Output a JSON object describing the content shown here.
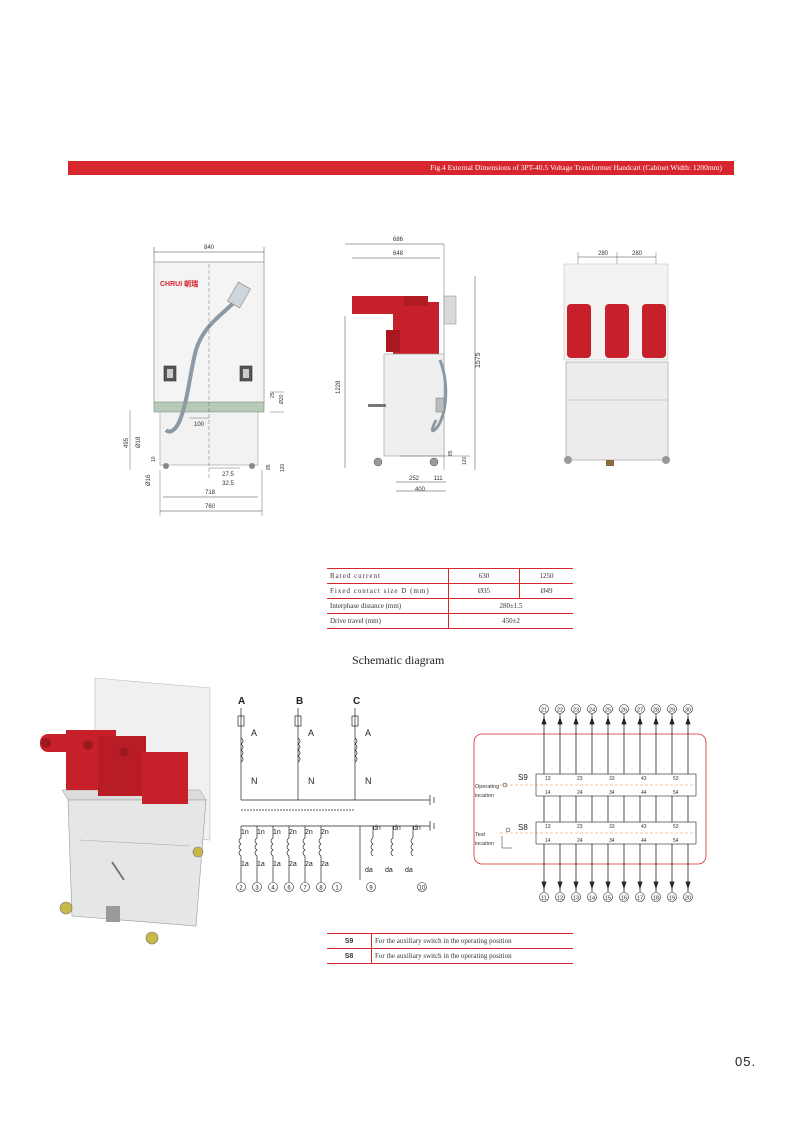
{
  "banner": {
    "caption": "Fig.4 External Dimensions of 3PT-40.5 Voltage Transformer Handcart (Cabinet Width: 1200mm)",
    "accent_color": "#d7262e"
  },
  "front_view": {
    "brand": "CHRUI 朝瑞",
    "dims": {
      "width_840": "840",
      "d_25": "25",
      "d_20": "Ø20",
      "d_100": "100",
      "d_495": "495",
      "d_18": "Ø18",
      "d_10": "10",
      "d_16": "Ø16",
      "d_27_5": "27.5",
      "d_32_5": "32.5",
      "d_85": "85",
      "d_120": "120",
      "d_718": "718",
      "d_760": "760"
    }
  },
  "side_view": {
    "dims": {
      "d_686": "686",
      "d_648": "648",
      "d_1575": "1575",
      "d_1228": "1228",
      "d_85": "85",
      "d_120": "120",
      "d_252": "252",
      "d_111": "111",
      "d_400": "400"
    }
  },
  "rear_view": {
    "dims": {
      "pitch_left": "280",
      "pitch_right": "280"
    }
  },
  "spec_table": {
    "rows": [
      {
        "label": "Rated current",
        "v1": "630",
        "v2": "1250"
      },
      {
        "label": "Fixed contact size D (mm)",
        "v1": "Ø35",
        "v2": "Ø49"
      },
      {
        "label": "Interphase distance (mm)",
        "merged": "280±1.5"
      },
      {
        "label": "Drive travel (mm)",
        "merged": "450±2"
      }
    ]
  },
  "schematic": {
    "title": "Schematic diagram",
    "phases": [
      "A",
      "B",
      "C"
    ],
    "winding_top": "A",
    "winding_bottom": "N",
    "secondary_top": [
      "1n",
      "1n",
      "1n",
      "2n",
      "2n",
      "2n"
    ],
    "secondary_bottom": [
      "1a",
      "1a",
      "1a",
      "2a",
      "2a",
      "2a"
    ],
    "open_delta_top": [
      "dn",
      "dn",
      "dn"
    ],
    "open_delta_bottom": [
      "da",
      "da",
      "da"
    ],
    "terminals": [
      "2",
      "3",
      "4",
      "6",
      "7",
      "8",
      "1",
      "9",
      "10"
    ]
  },
  "aux_switch": {
    "top_terminals": [
      "21",
      "22",
      "23",
      "24",
      "25",
      "26",
      "27",
      "28",
      "29",
      "30"
    ],
    "bottom_terminals": [
      "11",
      "12",
      "13",
      "14",
      "15",
      "16",
      "17",
      "18",
      "19",
      "20"
    ],
    "s9": {
      "name": "S9",
      "location_line1": "Operating",
      "location_line2": "location",
      "top_contacts": [
        "13",
        "23",
        "33",
        "43",
        "53"
      ],
      "bottom_contacts": [
        "14",
        "24",
        "34",
        "44",
        "54"
      ]
    },
    "s8": {
      "name": "S8",
      "location_line1": "Test",
      "location_line2": "location",
      "top_contacts": [
        "13",
        "23",
        "33",
        "43",
        "53"
      ],
      "bottom_contacts": [
        "14",
        "24",
        "34",
        "44",
        "54"
      ]
    }
  },
  "switch_table": {
    "rows": [
      {
        "key": "S9",
        "desc": "For the auxiliary switch in the operating position"
      },
      {
        "key": "S8",
        "desc": "For the auxiliary switch in the operating position"
      }
    ]
  },
  "page_number": "05."
}
